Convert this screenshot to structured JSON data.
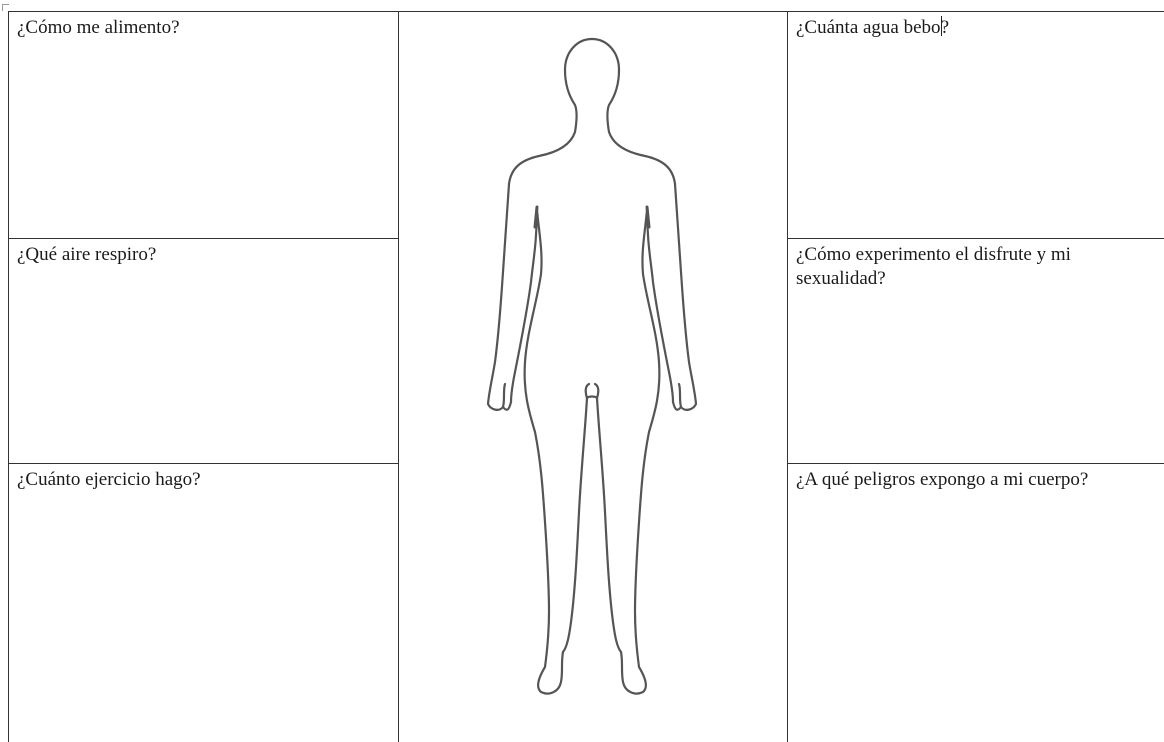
{
  "document": {
    "left_cells": [
      {
        "question": "¿Cómo me alimento?"
      },
      {
        "question": "¿Qué aire respiro?"
      },
      {
        "question": "¿Cuánto ejercicio hago?"
      }
    ],
    "right_cells": [
      {
        "question_before_cursor": "¿Cuánta agua bebo",
        "question_after_cursor": "?"
      },
      {
        "question": "¿Cómo experimento el disfrute y mi sexualidad?"
      },
      {
        "question": "¿A qué peligros expongo a mi cuerpo?"
      }
    ],
    "center_image": {
      "icon": "human-body-outline-icon"
    }
  }
}
